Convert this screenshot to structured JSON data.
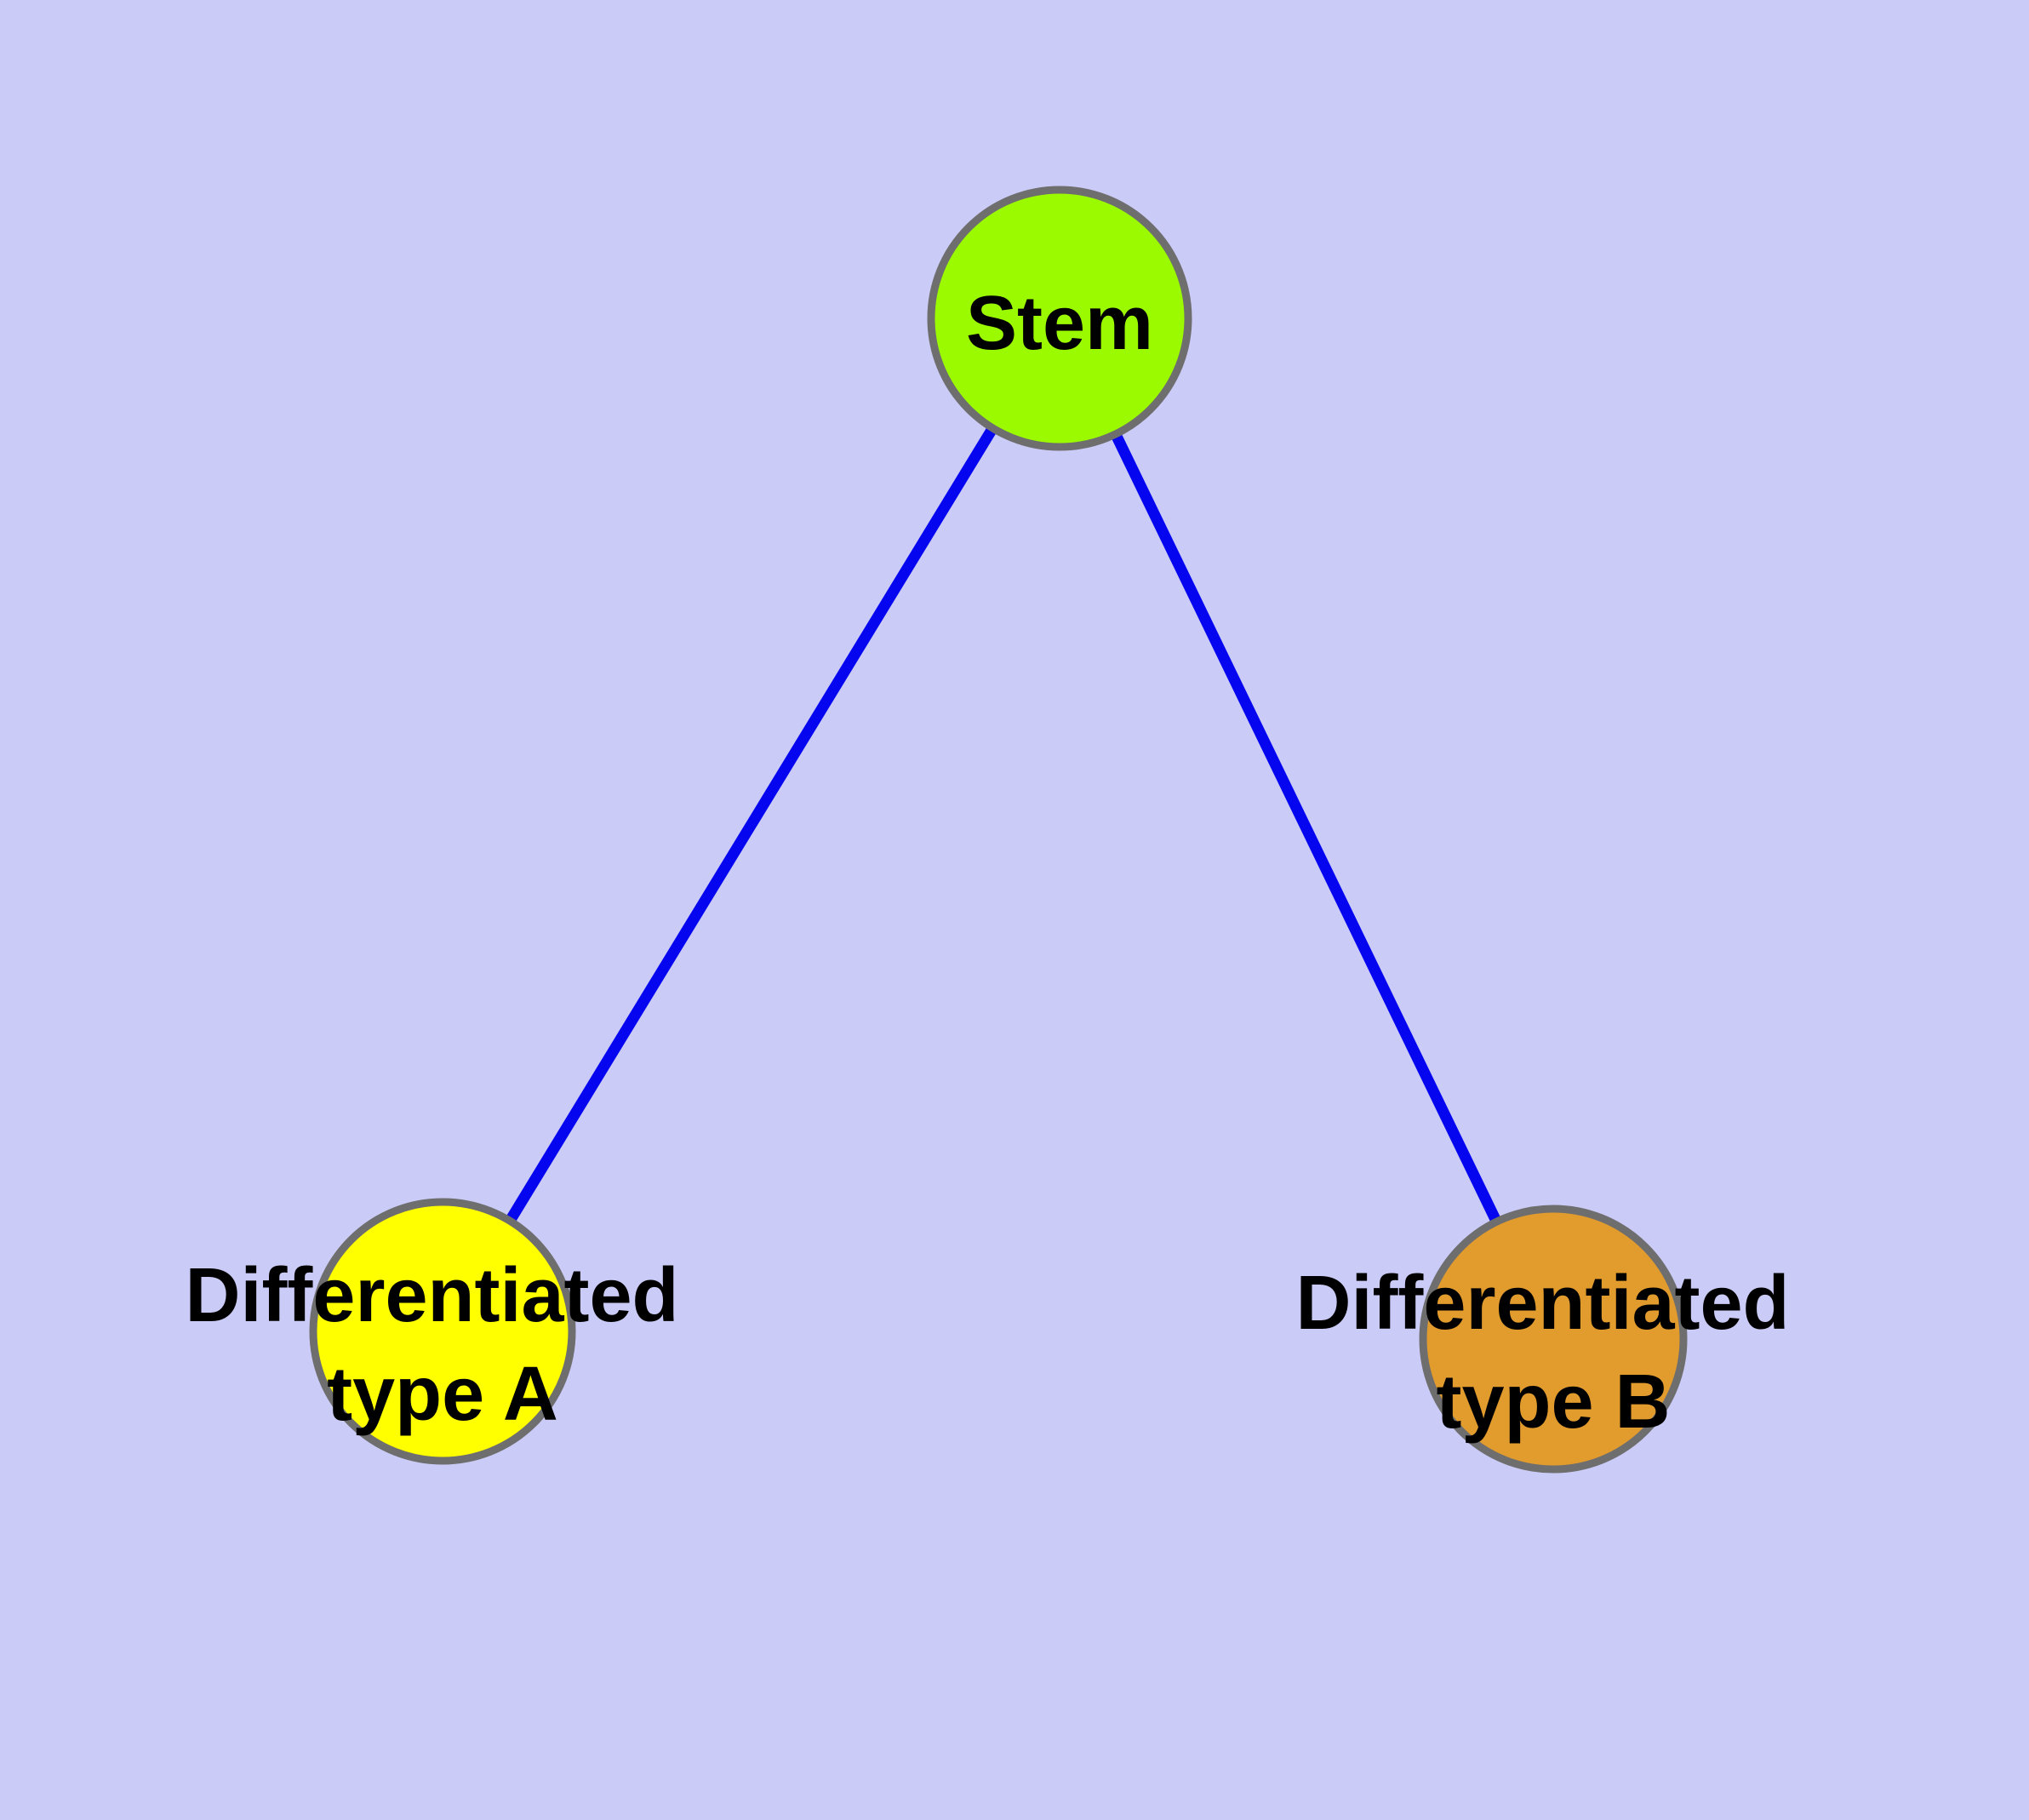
{
  "diagram": {
    "title": "",
    "background_color": "#cbcbf7",
    "edge_color": "#0505f0",
    "node_border_color": "#6e6e6e",
    "label_color": "#000000",
    "nodes": [
      {
        "id": "stem",
        "label": "Stem",
        "label_line1": "Stem",
        "label_line2": "",
        "color": "#9bf900"
      },
      {
        "id": "differentiated-type-a",
        "label": "Differentiated type A",
        "label_line1": "Differentiated",
        "label_line2": "type A",
        "color": "#ffff00"
      },
      {
        "id": "differentiated-type-b",
        "label": "Differentiated type B",
        "label_line1": "Differentiated",
        "label_line2": "type B",
        "color": "#e29b2d"
      }
    ],
    "edges": [
      {
        "from": "Stem",
        "to": "Differentiated type A"
      },
      {
        "from": "Stem",
        "to": "Differentiated type B"
      }
    ]
  }
}
